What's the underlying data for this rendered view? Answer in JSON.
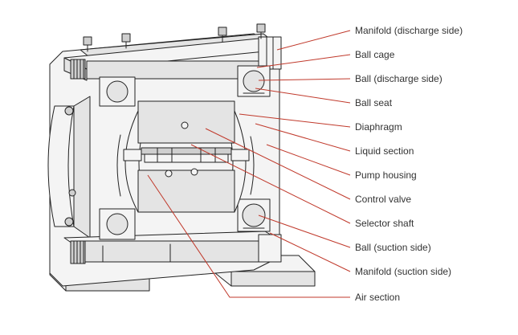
{
  "diagram": {
    "labels": [
      {
        "id": "manifold-discharge",
        "text": "Manifold (discharge side)"
      },
      {
        "id": "ball-cage",
        "text": "Ball cage"
      },
      {
        "id": "ball-discharge",
        "text": "Ball (discharge side)"
      },
      {
        "id": "ball-seat",
        "text": "Ball seat"
      },
      {
        "id": "diaphragm",
        "text": "Diaphragm"
      },
      {
        "id": "liquid-section",
        "text": "Liquid section"
      },
      {
        "id": "pump-housing",
        "text": "Pump housing"
      },
      {
        "id": "control-valve",
        "text": "Control valve"
      },
      {
        "id": "selector-shaft",
        "text": "Selector shaft"
      },
      {
        "id": "ball-suction",
        "text": "Ball (suction side)"
      },
      {
        "id": "manifold-suction",
        "text": "Manifold (suction side)"
      },
      {
        "id": "air-section",
        "text": "Air section"
      }
    ],
    "leader_color": "#c0392b",
    "line_color": "#222222"
  }
}
